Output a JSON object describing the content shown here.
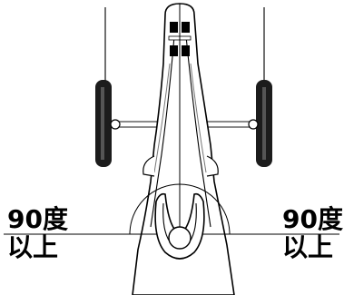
{
  "labels": {
    "left": {
      "line1": "90度",
      "line2": "以上"
    },
    "right": {
      "line1": "90度",
      "line2": "以上"
    }
  },
  "icons": [
    "vehicle-diagram-icon",
    "wheel-icon",
    "steering-handle-icon",
    "angle-arc-icon"
  ],
  "colors": {
    "line": "#000000",
    "tire": "#1a1a1a",
    "fill": "#ffffff",
    "light": "#999999"
  }
}
